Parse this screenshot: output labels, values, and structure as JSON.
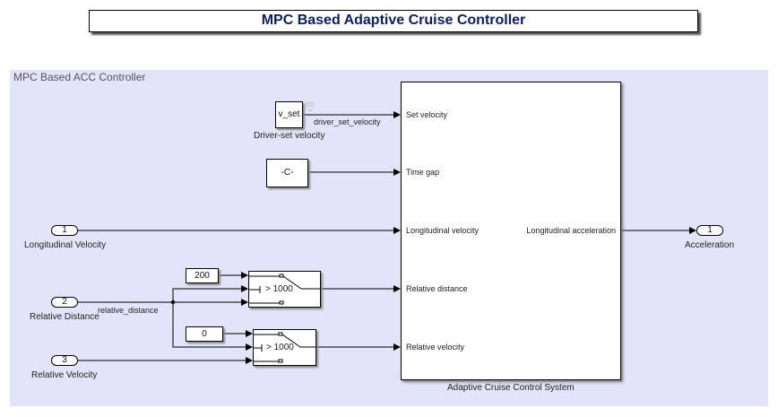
{
  "title": "MPC Based Adaptive Cruise Controller",
  "area": {
    "label": "MPC Based ACC Controller",
    "background": "#e3e4fa"
  },
  "blocks": {
    "vset": {
      "text": "v_set",
      "label": "Driver-set velocity",
      "icon": "wireless-signal-icon"
    },
    "const_c": {
      "text": "-C-"
    },
    "const_200": {
      "text": "200"
    },
    "const_0": {
      "text": "0"
    },
    "switch1": {
      "threshold": "> 1000"
    },
    "switch2": {
      "threshold": "> 1000"
    }
  },
  "signals": {
    "driver_set_velocity": "driver_set_velocity",
    "relative_distance": "relative_distance"
  },
  "inports": [
    {
      "number": "1",
      "label": "Longitudinal Velocity"
    },
    {
      "number": "2",
      "label": "Relative Distance"
    },
    {
      "number": "3",
      "label": "Relative Velocity"
    }
  ],
  "outports": [
    {
      "number": "1",
      "label": "Acceleration"
    }
  ],
  "subsystem": {
    "name": "Adaptive Cruise Control System",
    "inputs": [
      "Set velocity",
      "Time gap",
      "Longitudinal velocity",
      "Relative distance",
      "Relative velocity"
    ],
    "outputs": [
      "Longitudinal acceleration"
    ]
  }
}
